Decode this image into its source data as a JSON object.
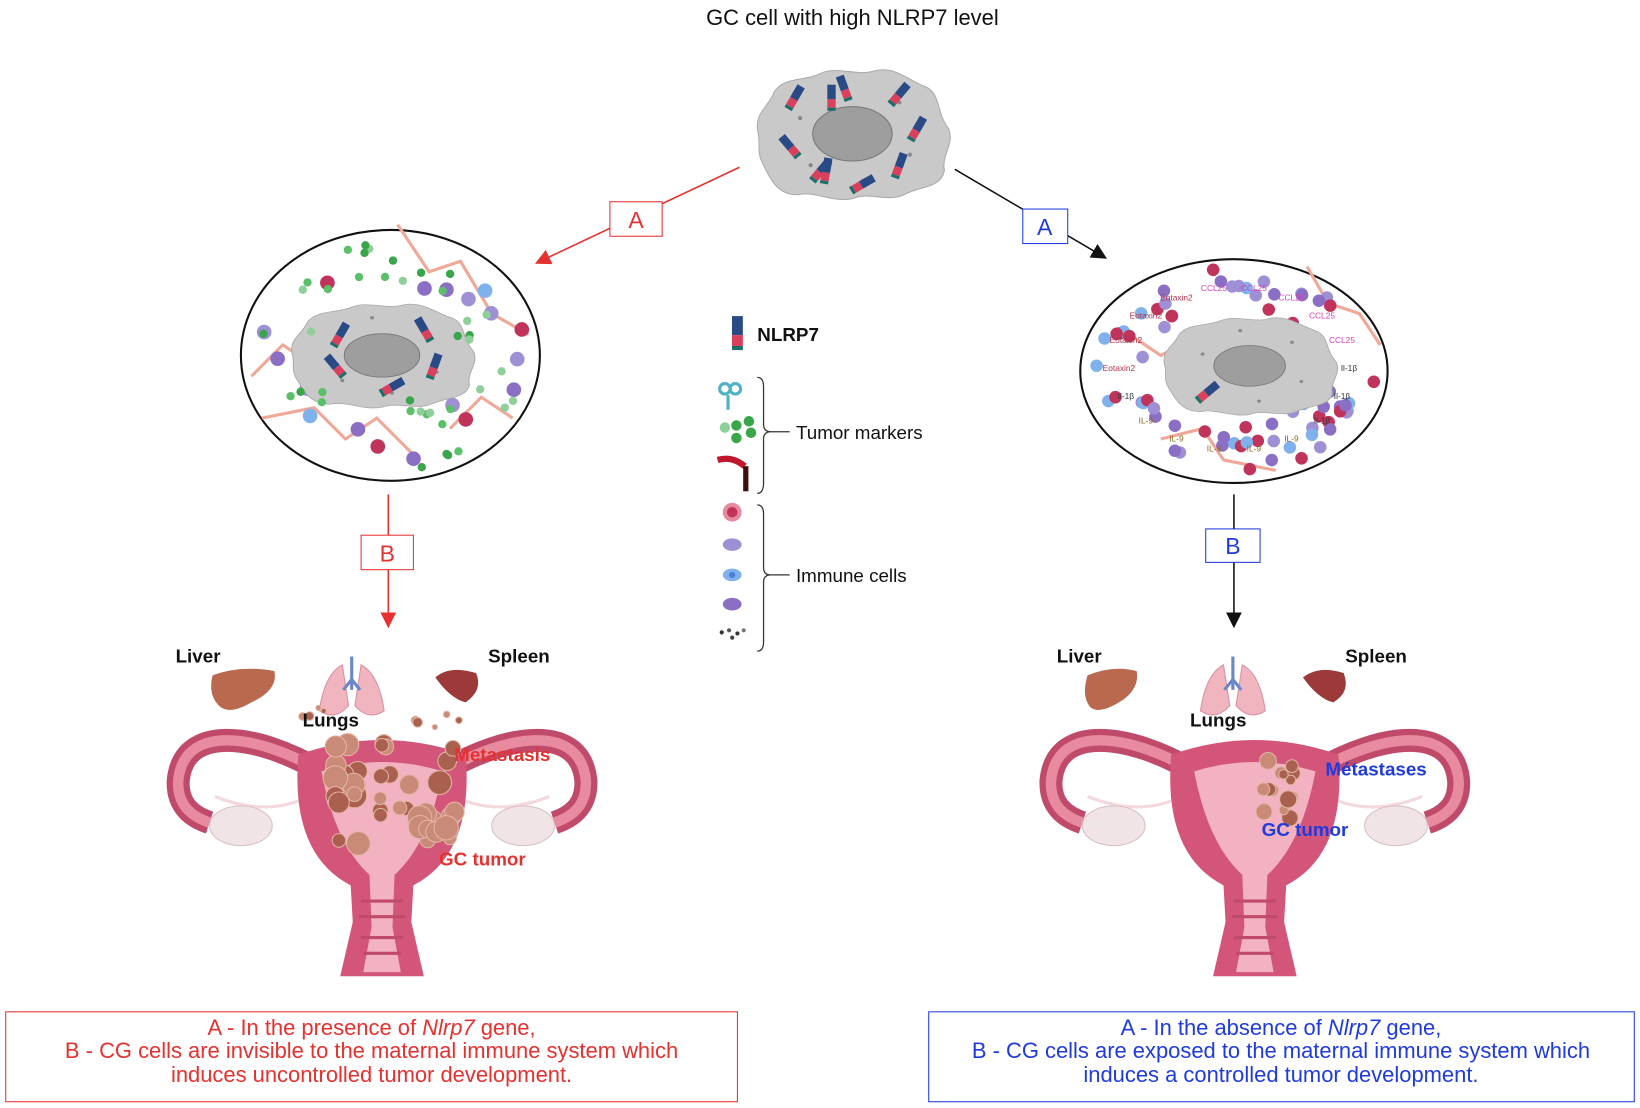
{
  "title": "GC cell with high NLRP7 level",
  "colors": {
    "red": "#e5312f",
    "blue": "#1f3be0",
    "black": "#111111"
  },
  "left_path": {
    "step_a": "A",
    "step_b": "B",
    "organs": {
      "liver": "Liver",
      "spleen": "Spleen",
      "lungs": "Lungs"
    },
    "metastasis": "Metastasis",
    "tumor": "GC tumor",
    "caption": {
      "line1_prefix": "A - In the presence of ",
      "line1_gene": "Nlrp7",
      "line1_suffix": " gene,",
      "line2": "B - CG cells are invisible to the maternal immune system which",
      "line3": "induces uncontrolled tumor development."
    }
  },
  "right_path": {
    "step_a": "A",
    "step_b": "B",
    "organs": {
      "liver": "Liver",
      "spleen": "Spleen",
      "lungs": "Lungs"
    },
    "metastasis": "Métastases",
    "tumor": "GC tumor",
    "cytokines": [
      "Il-1β",
      "Il-1β",
      "Il-1β",
      "IL-9",
      "IL-9",
      "IL-9",
      "IL-9",
      "IL-9",
      "Il-1β",
      "Eotaxin2",
      "Eotaxin2",
      "Eotaxin2",
      "Eotaxin2",
      "CCL25",
      "CCL25",
      "CCL25",
      "CCL25",
      "CCL25"
    ],
    "caption": {
      "line1_prefix": "A - In the absence of ",
      "line1_gene": "Nlrp7",
      "line1_suffix": " gene,",
      "line2": "B - CG cells are exposed to the maternal immune system which",
      "line3": "induces a controlled tumor development."
    }
  },
  "legend": {
    "nlrp7": "NLRP7",
    "tumor_markers": "Tumor markers",
    "immune_cells": "Immune cells"
  }
}
